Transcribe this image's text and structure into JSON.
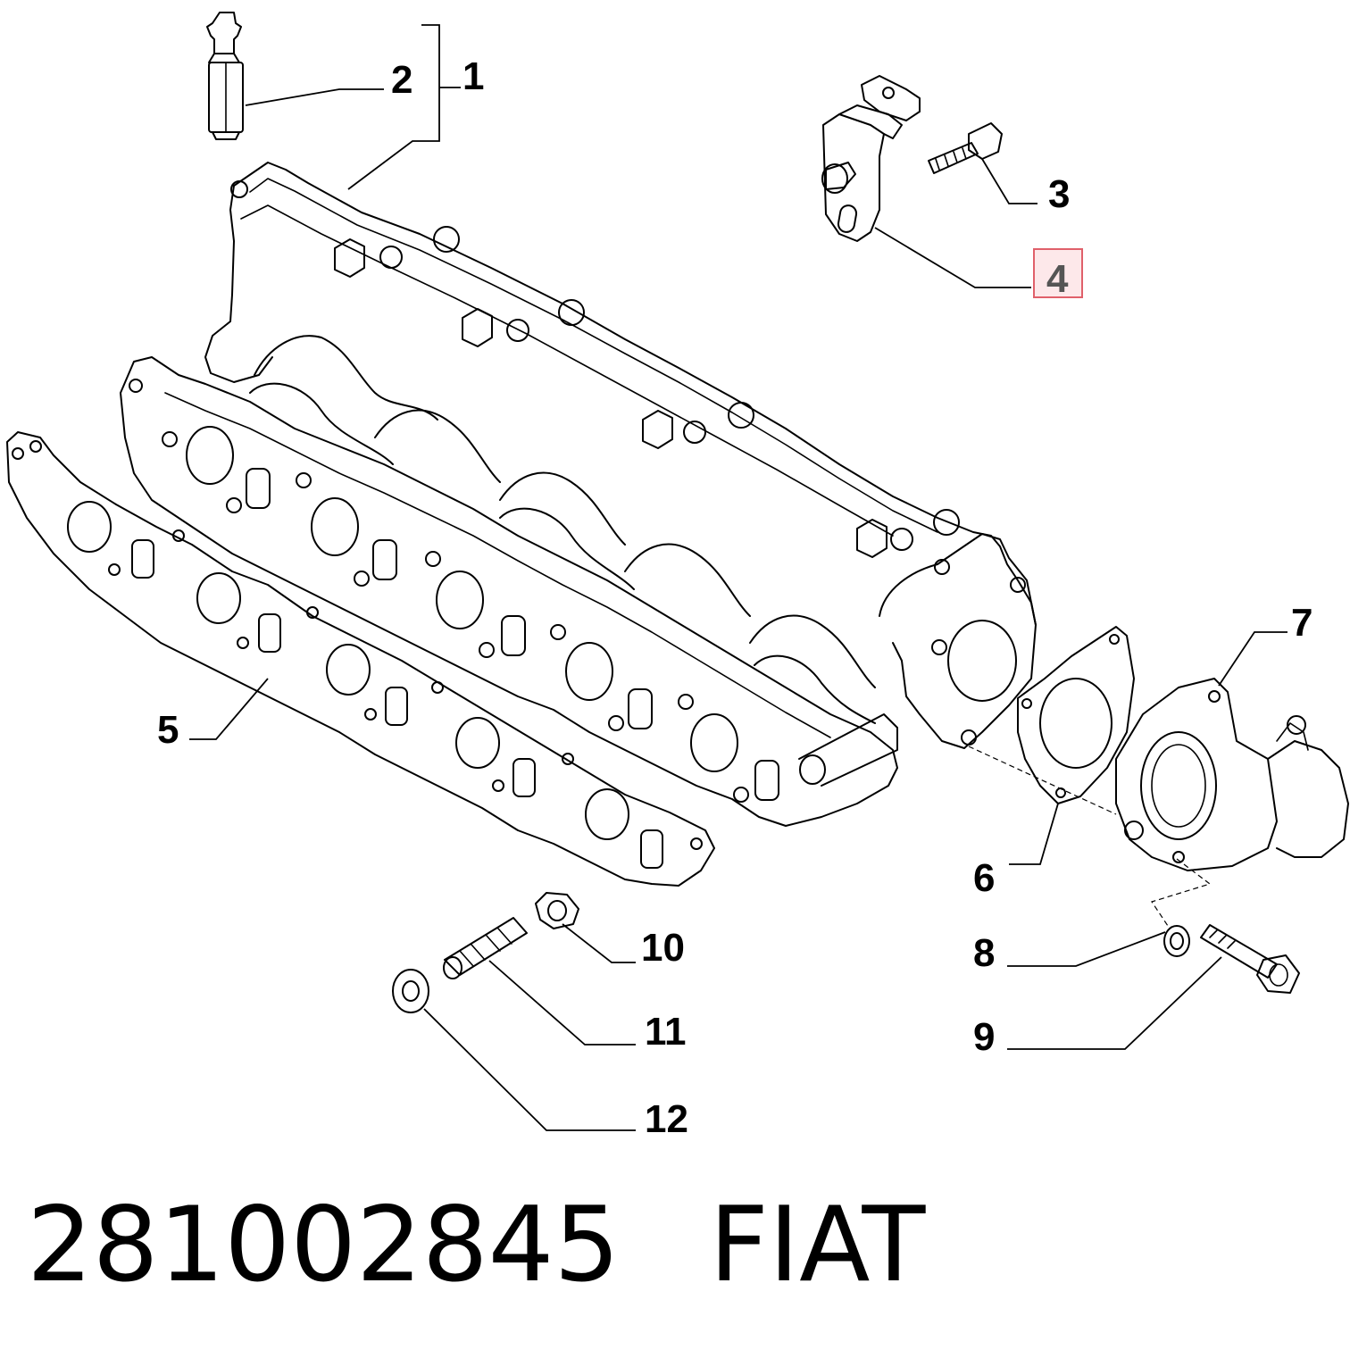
{
  "callouts": [
    {
      "id": "c1",
      "label": "1"
    },
    {
      "id": "c2",
      "label": "2"
    },
    {
      "id": "c3",
      "label": "3"
    },
    {
      "id": "c4",
      "label": "4",
      "highlighted": true
    },
    {
      "id": "c5",
      "label": "5"
    },
    {
      "id": "c6",
      "label": "6"
    },
    {
      "id": "c7",
      "label": "7"
    },
    {
      "id": "c8",
      "label": "8"
    },
    {
      "id": "c9",
      "label": "9"
    },
    {
      "id": "c10",
      "label": "10"
    },
    {
      "id": "c11",
      "label": "11"
    },
    {
      "id": "c12",
      "label": "12"
    }
  ],
  "caption": {
    "part_number": "281002845",
    "brand": "FIAT"
  },
  "colors": {
    "line": "#000000",
    "highlight_fill": "#fde8ea",
    "highlight_border": "#e0606a",
    "highlight_text": "#555555"
  }
}
